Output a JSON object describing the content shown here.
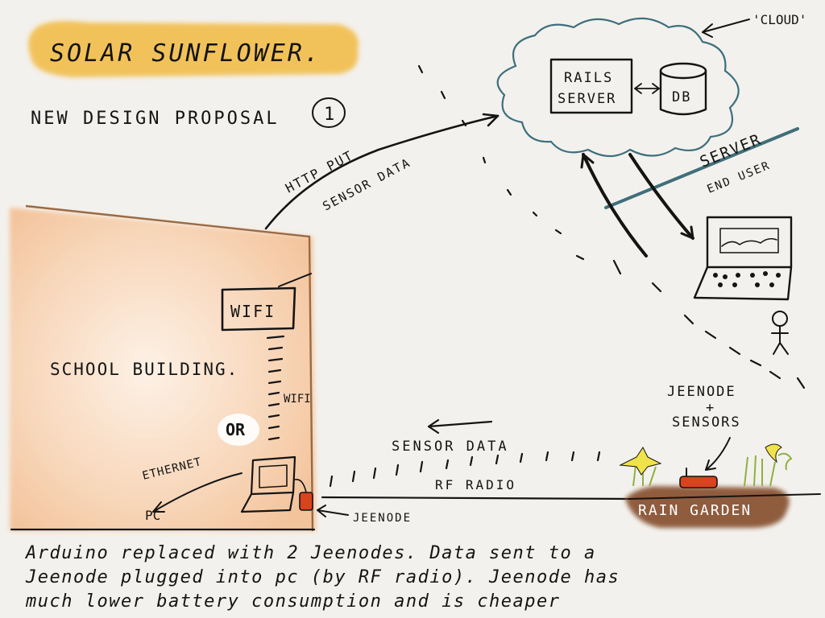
{
  "title": "SOLAR SUNFLOWER.",
  "subtitle": "NEW DESIGN PROPOSAL",
  "subtitle_number": "1",
  "cloud_label": "'CLOUD'",
  "rails_server": {
    "line1": "RAILS",
    "line2": "SERVER"
  },
  "db_label": "DB",
  "server_divider": {
    "top": "SERVER",
    "bottom": "END USER"
  },
  "http_put": {
    "line1": "HTTP PUT",
    "line2": "SENSOR DATA"
  },
  "wifi_box": "WIFI",
  "school_building": "SCHOOL BUILDING.",
  "wifi_small": "WIFI",
  "or_label": "OR",
  "ethernet_label": "ETHERNET",
  "pc_label": "PC",
  "jeenode_arrow_label": "JEENODE",
  "sensor_data_label": "SENSOR DATA",
  "rf_radio_label": "RF RADIO",
  "jeenode_sensors": {
    "line1": "JEENODE",
    "line2": "+",
    "line3": "SENSORS"
  },
  "rain_garden": "RAIN GARDEN",
  "notes": [
    "Arduino replaced with 2 Jeenodes. Data sent to a",
    "Jeenode plugged into pc (by RF radio). Jeenode has",
    "much lower battery consumption and is cheaper"
  ],
  "colors": {
    "ink": "#141414",
    "highlight": "#f2bd4c",
    "building_fill": "#f8d4b4",
    "building_edge": "#9a6a44",
    "divider": "#3f6f7a",
    "jeenode_red": "#d9431e",
    "soil": "#8a5436",
    "daffodil": "#f0e24a",
    "leaf": "#8fb041"
  }
}
